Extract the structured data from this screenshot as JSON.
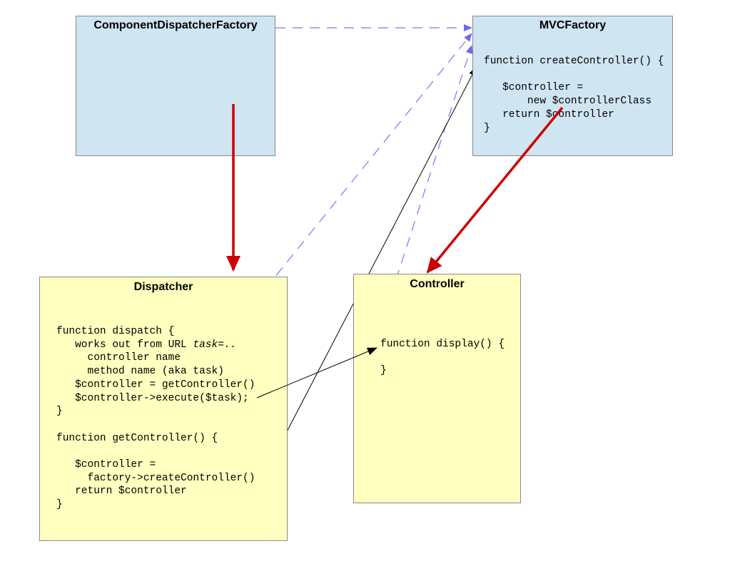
{
  "boxes": {
    "component_dispatcher_factory": {
      "title": "ComponentDispatcherFactory"
    },
    "mvc_factory": {
      "title": "MVCFactory",
      "code_lines": [
        "function createController() {",
        "",
        "   $controller =",
        "       new $controllerClass",
        "   return $controller",
        "}"
      ]
    },
    "dispatcher": {
      "title": "Dispatcher",
      "code_lines": [
        "function dispatch {",
        "   works out from URL ",
        "     controller name",
        "     method name (aka task)",
        "   $controller = getController()",
        "   $controller->execute($task);",
        "}",
        "",
        "function getController() {",
        "",
        "   $controller =",
        "     factory->createController()",
        "   return $controller",
        "}"
      ],
      "task_param_italic": "task=.."
    },
    "controller": {
      "title": "Controller",
      "code_lines": [
        "function display() {",
        "",
        "}"
      ]
    }
  },
  "colors": {
    "blue_box": "#cfe5f2",
    "yellow_box": "#ffffc0",
    "border": "#8a8a8a",
    "creation_arrow": "#cc0000",
    "dependency_dashed": "#7777ee",
    "call_arrow": "#000000"
  }
}
